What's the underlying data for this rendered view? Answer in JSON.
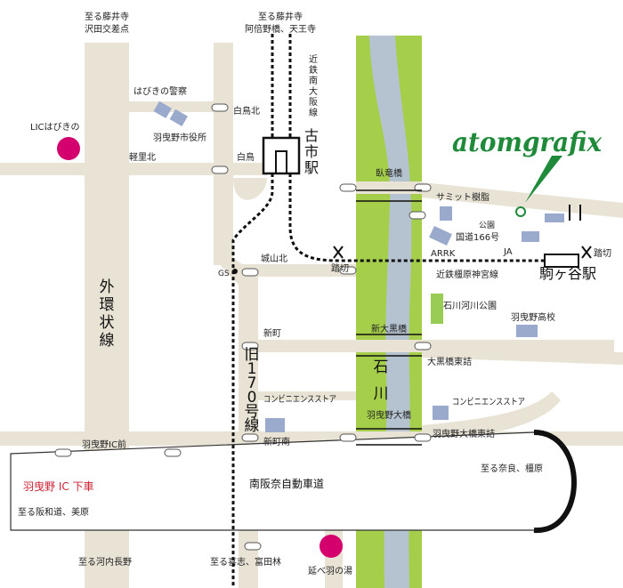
{
  "labels": {
    "dest_top_left": [
      "至る藤井寺",
      "沢田交差点"
    ],
    "dest_top_center": [
      "至る藤井寺",
      "阿倍野橋、天王寺"
    ],
    "kintetsu_minami_osaka": "近鉄南大阪線",
    "habikino_police": "はびきの警察",
    "habikino_city_hall": "羽曳野市役所",
    "lic_habikino": "LICはびきの",
    "karusato_kita": "軽里北",
    "shiratori_kita": "白鳥北",
    "shiratori": "白鳥",
    "furuichi_station": "古市駅",
    "gairin_sen": "外環状線",
    "gs": "GS",
    "shiroyama_kita": "城山北",
    "fumikiri_left": "踏切",
    "fumikiri_right": "踏切",
    "ryugabashi": "臥竜橋",
    "summit": "サミット樹脂",
    "park": "公園",
    "route166": "国道166号",
    "arrk": "ARRK",
    "ja": "JA",
    "kintetsu_kashihara": "近鉄橿原神宮線",
    "komagatani_station": "駒ヶ谷駅",
    "ishikawa_park": "石川河川公園",
    "habikino_hs": "羽曳野高校",
    "shinmachi": "新町",
    "shin_okurobashi": "新大黒橋",
    "okurobashi_higashi": "大黒橋東詰",
    "ishikawa_river": "石川",
    "old170": "旧170号線",
    "convenience_left": "コンビニエンスストア",
    "convenience_right": "コンビニエンスストア",
    "habikino_ohashi": "羽曳野大橋",
    "shinmachi_minami": "新町南",
    "habikino_ohashi_higashi": "羽曳野大橋東詰",
    "habikino_ic_mae": "羽曳野IC前",
    "habikino_ic_exit": "羽曳野 IC 下車",
    "expressway": "南阪奈自動車道",
    "to_nara": "至る奈良、橿原",
    "to_hannan": "至る阪和道、美原",
    "to_kawachinagano": "至る河内長野",
    "to_kishi": "至る喜志、富田林",
    "nobebanoyu": "延べ羽の湯",
    "logo": "atomgrafix"
  },
  "colors": {
    "road": "#e9e3d6",
    "river_bank": "#a5cf4a",
    "river": "#b5c3d1",
    "building": "#99aacc",
    "park": "#99cc55",
    "pin": "#d4006e",
    "logo": "#1f8a3a",
    "highlight_text": "#cc2233"
  }
}
